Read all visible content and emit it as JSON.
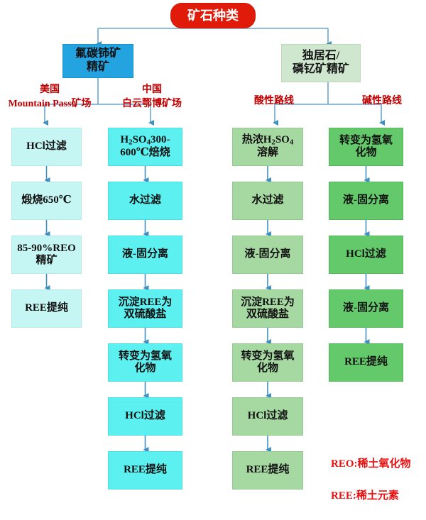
{
  "title": "矿石种类",
  "root": {
    "label": "矿石种类"
  },
  "sources": [
    {
      "id": "bastnasite",
      "label": "氟碳铈矿\n精矿",
      "color": "#23a3e0"
    },
    {
      "id": "monazite",
      "label": "独居石/\n磷钇矿精矿",
      "color": "#cfe7cf"
    }
  ],
  "route_labels": [
    {
      "id": "usa",
      "label": "美国\nMountain Pass矿场",
      "color": "#c00000"
    },
    {
      "id": "china",
      "label": "中国\n白云鄂博矿场",
      "color": "#c00000"
    },
    {
      "id": "acid",
      "label": "酸性路线",
      "color": "#c00000"
    },
    {
      "id": "alkali",
      "label": "碱性路线",
      "color": "#c00000"
    }
  ],
  "columns": [
    {
      "id": "col-usa",
      "color": "#c6f6f4",
      "steps": [
        "HCl过滤",
        "煅烧650℃",
        "85-90%REO\n精矿",
        "REE提纯"
      ]
    },
    {
      "id": "col-china",
      "color": "#5cf0f0",
      "steps": [
        "H2SO4300-\n600℃焙烧",
        "水过滤",
        "液-固分离",
        "沉淀REE为\n双硫酸盐",
        "转变为氢氧\n化物",
        "HCl过滤",
        "REE提纯"
      ],
      "subscript_step": 0
    },
    {
      "id": "col-acid",
      "color": "#a6d9a2",
      "steps": [
        "热浓H2SO4\n溶解",
        "水过滤",
        "液-固分离",
        "沉淀REE为\n双硫酸盐",
        "转变为氢氧\n化物",
        "HCl过滤",
        "REE提纯"
      ],
      "subscript_step": 0
    },
    {
      "id": "col-alkali",
      "color": "#63c96b",
      "steps": [
        "转变为氢氧\n化物",
        "液-固分离",
        "HCl过滤",
        "液-固分离",
        "REE提纯"
      ]
    }
  ],
  "legend": {
    "line1": "REO:稀土氧化物",
    "line2": "REE:稀土元素",
    "color": "#e81010"
  },
  "colors": {
    "arrow": "#3f8fc0",
    "root_fill": "#e01b09",
    "source_blue": "#23a3e0",
    "source_green": "#cfe7cf",
    "col_a": "#c6f6f4",
    "col_b": "#5cf0f0",
    "col_c": "#a6d9a2",
    "col_d": "#63c96b",
    "label_red": "#c00000"
  }
}
